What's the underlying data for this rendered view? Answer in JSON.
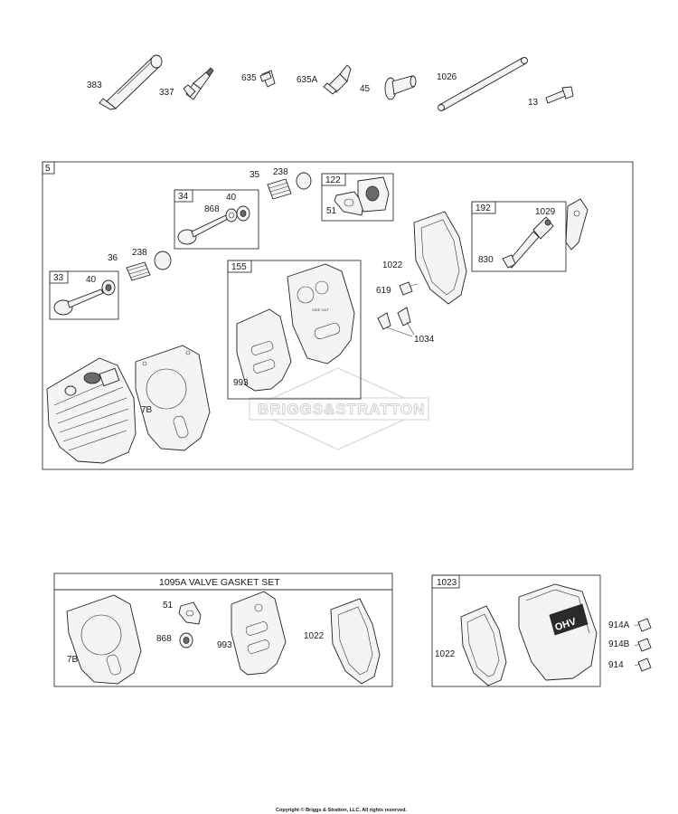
{
  "labels": {
    "p383": "383",
    "p337": "337",
    "p635": "635",
    "p635a": "635A",
    "p45": "45",
    "p1026": "1026",
    "p13": "13",
    "p35": "35",
    "p238a": "238",
    "p238b": "238",
    "p868a": "868",
    "p40a": "40",
    "p40b": "40",
    "p51a": "51",
    "p36": "36",
    "p1029": "1029",
    "p1022a": "1022",
    "p830": "830",
    "p619": "619",
    "p1034": "1034",
    "p993a": "993",
    "p7ba": "7B",
    "p51b": "51",
    "p868b": "868",
    "p993b": "993",
    "p1022b": "1022",
    "p7bb": "7B",
    "p1022c": "1022",
    "p914a": "914A",
    "p914b": "914B",
    "p914": "914"
  },
  "boxes": {
    "b5": "5",
    "b34": "34",
    "b122": "122",
    "b33": "33",
    "b155": "155",
    "b192": "192",
    "b1023": "1023"
  },
  "gasket_set_title": "1095A VALVE GASKET SET",
  "watermark": "BRIGGS&STRATTON",
  "cover_logo": "OHV",
  "gasket_stamp": "SIDE OUT",
  "copyright": "Copyright © Briggs & Stratton, LLC. All rights reserved."
}
